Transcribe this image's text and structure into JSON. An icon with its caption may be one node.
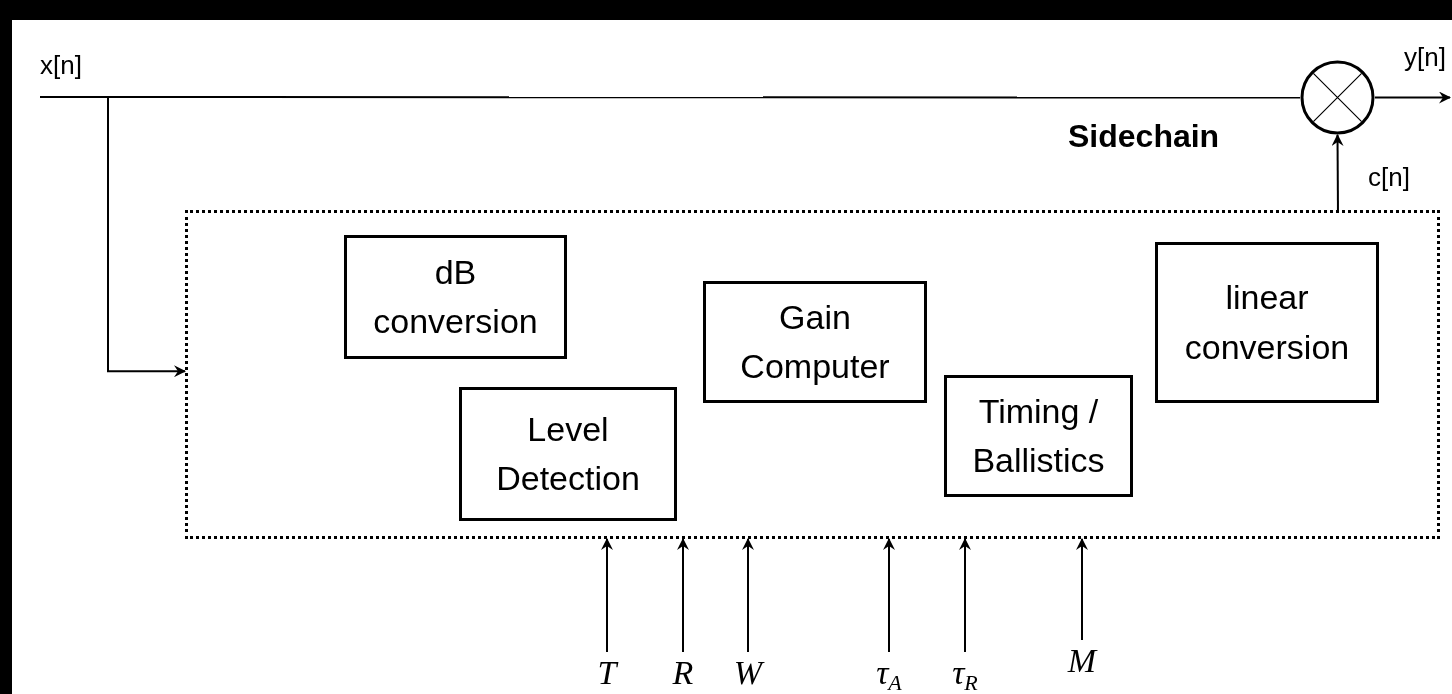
{
  "diagram": {
    "nodes": [
      {
        "text": [
          "x[n]"
        ]
      },
      {
        "text": [
          "Sidechain"
        ]
      },
      {
        "text": [
          "dB conversion"
        ],
        "in": 1
      },
      {
        "text": [
          "Level Detection"
        ],
        "in": 1
      },
      {
        "text": [
          "Gain Computer"
        ],
        "in": 1
      },
      {
        "text": [
          "Timing / Ballistics"
        ],
        "in": 1
      },
      {
        "text": [
          "linear conversion"
        ],
        "in": 1
      },
      {
        "text": [],
        "shape": "circle"
      },
      {
        "text": [
          "T"
        ]
      },
      {
        "text": [
          "R"
        ]
      },
      {
        "text": [
          "W"
        ]
      },
      {
        "text": [
          "τ$_{A}$"
        ]
      },
      {
        "text": [
          "τ$_{R}$"
        ]
      },
      {
        "text": [
          "M"
        ]
      }
    ],
    "edges": [
      {
        "from": 0,
        "to": 7,
        "arrow": "none"
      },
      {
        "from": 0,
        "to": 1,
        "arrow": "to"
      },
      {
        "from": 1,
        "to": 7,
        "arrow": "to",
        "label": "c[n]"
      },
      {
        "from": 7,
        "to": null,
        "arrow": "to",
        "label": "y[n]"
      },
      {
        "from": 8,
        "to": 1,
        "arrow": "to"
      },
      {
        "from": 9,
        "to": 1,
        "arrow": "to"
      },
      {
        "from": 10,
        "to": 1,
        "arrow": "to"
      },
      {
        "from": 11,
        "to": 1,
        "arrow": "to"
      },
      {
        "from": 12,
        "to": 1,
        "arrow": "to"
      },
      {
        "from": 13,
        "to": 1,
        "arrow": "to"
      }
    ]
  }
}
